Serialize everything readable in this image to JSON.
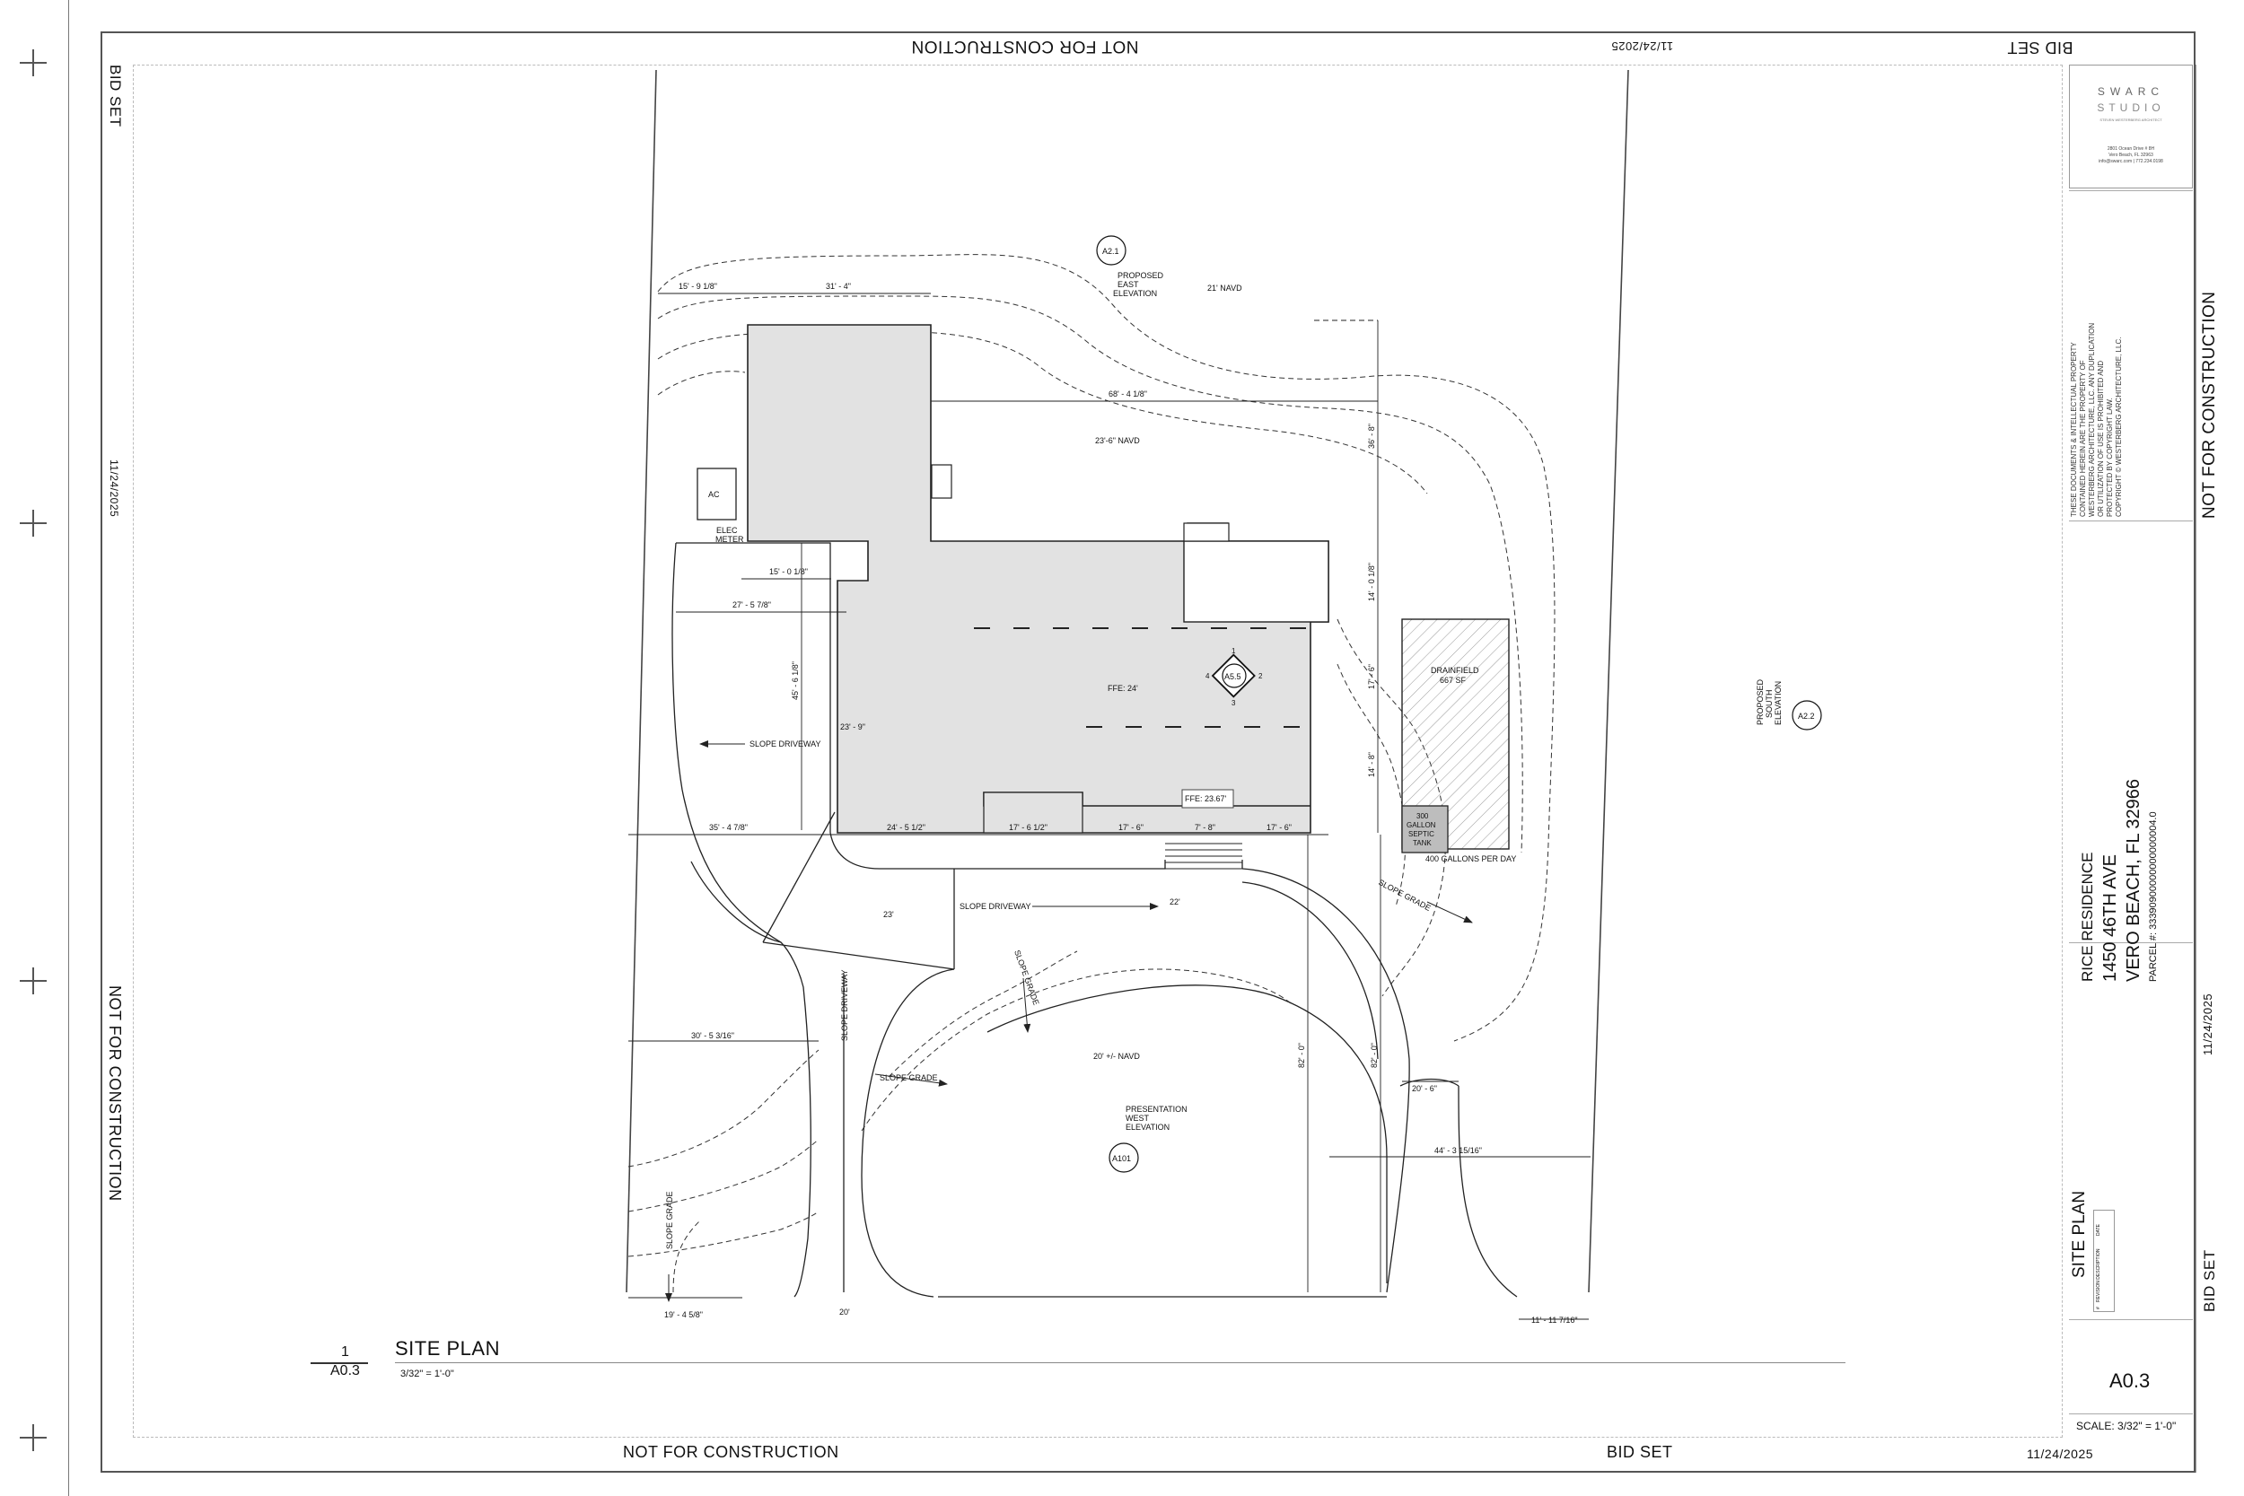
{
  "stamps": {
    "nfc": "NOT FOR CONSTRUCTION",
    "bid": "BID SET",
    "date": "11/24/2025"
  },
  "firm": {
    "name": "SWARC",
    "sub": "STUDIO",
    "tagline": "STEVEN WESTERBERG ARCHITECT",
    "address_1": "2801 Ocean Drive # 8H",
    "address_2": "Vero Beach, FL 32963",
    "address_3": "info@swarc.com | 772.234.0198"
  },
  "copyright": {
    "line_1": "THESE DOCUMENTS & INTELLECTUAL PROPERTY",
    "line_2": "CONTAINED HEREIN ARE THE PROPERTY OF",
    "line_3": "WESTERBERG ARCHITECTURE, LLC. ANY DUPLICATION",
    "line_4": "OR UTILIZATION OF USE IS PROHIBITED AND",
    "line_5": "PROTECTED BY COPYRIGHT LAW.",
    "line_6": "COPYRIGHT © WESTERBERG ARCHITECTURE, LLC."
  },
  "project": {
    "name": "RICE RESIDENCE",
    "address": "1450 46TH AVE",
    "city": "VERO BEACH, FL 32966",
    "parcel": "PARCEL #: 33390900000000000004.0"
  },
  "sheet": {
    "title": "SITE PLAN",
    "number": "A0.3",
    "scale": "SCALE: 3/32\" = 1'-0\"",
    "revision_header": "REVISION DESCRIPTION",
    "revision_no": "#",
    "revision_date": "DATE"
  },
  "drawing": {
    "id": "1",
    "sheet_ref": "A0.3",
    "title": "SITE PLAN",
    "scale": "3/32\" = 1'-0\""
  },
  "labels": {
    "ac": "AC",
    "elec_1": "ELEC",
    "elec_2": "METER",
    "drainfield_1": "DRAINFIELD",
    "drainfield_2": "667 SF",
    "septic_1": "300",
    "septic_2": "GALLON",
    "septic_3": "SEPTIC",
    "septic_4": "TANK",
    "gpd": "400 GALLONS PER DAY",
    "ffe_main": "FFE: 24'",
    "ffe_garage": "FFE: 23.67'",
    "navd_top": "21' NAVD",
    "navd_mid": "23'-6\" NAVD",
    "navd_front": "20' +/- NAVD",
    "slope_driveway": "SLOPE DRIVEWAY",
    "slope_grade": "SLOPE GRADE",
    "elev_23": "23'",
    "elev_22": "22'",
    "elev_20": "20'",
    "east_elev_1": "PROPOSED",
    "east_elev_2": "EAST",
    "east_elev_3": "ELEVATION",
    "east_tag": "A2.1",
    "south_elev_1": "PROPOSED",
    "south_elev_2": "SOUTH",
    "south_elev_3": "ELEVATION",
    "south_tag": "A2.2",
    "west_elev_1": "PRESENTATION",
    "west_elev_2": "WEST",
    "west_elev_3": "ELEVATION",
    "west_tag": "A101",
    "section_tag": "A5.5",
    "sec_n1": "1",
    "sec_n2": "2",
    "sec_n3": "3",
    "sec_n4": "4"
  },
  "dims": {
    "d1": "15' - 9 1/8\"",
    "d2": "31' - 4\"",
    "d3": "68' - 4 1/8\"",
    "d4": "36' - 8\"",
    "d5": "14' - 0 1/8\"",
    "d6": "15' - 0 1/8\"",
    "d7": "27' - 5 7/8\"",
    "d8": "45' - 6 1/8\"",
    "d9": "23' - 9\"",
    "d10": "17' - 6\"",
    "d11": "14' - 8\"",
    "d12": "35' - 4 7/8\"",
    "d13": "24' - 5 1/2\"",
    "d14": "17' - 6 1/2\"",
    "d15": "17' - 6\"",
    "d16": "7' - 8\"",
    "d17": "17' - 6\"",
    "d18": "82' - 0\"",
    "d19": "82' - 0\"",
    "d20": "20' - 6\"",
    "d21": "44' - 3 15/16\"",
    "d22": "30' - 5 3/16\"",
    "d23": "19' - 4 5/8\"",
    "d24": "11' - 11 7/16\""
  }
}
